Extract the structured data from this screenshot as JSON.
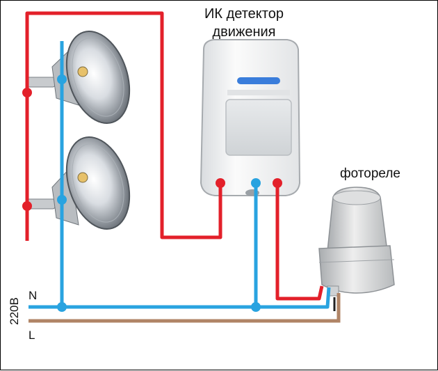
{
  "diagram": {
    "pir_detector": {
      "line1": "ИК детектор",
      "line2": "движения"
    },
    "photorelay": {
      "label": "фотореле"
    },
    "supply": {
      "neutral": "N",
      "line": "L",
      "voltage": "220В"
    },
    "colors": {
      "live_wire": "#e3202a",
      "neutral_wire": "#29a3e0",
      "line_wire": "#b08466",
      "device_body": "#f2f3f4",
      "led": "#3a7ddb"
    },
    "icons": [
      "halogen-lamp-icon",
      "pir-sensor-icon",
      "photocell-icon"
    ]
  }
}
